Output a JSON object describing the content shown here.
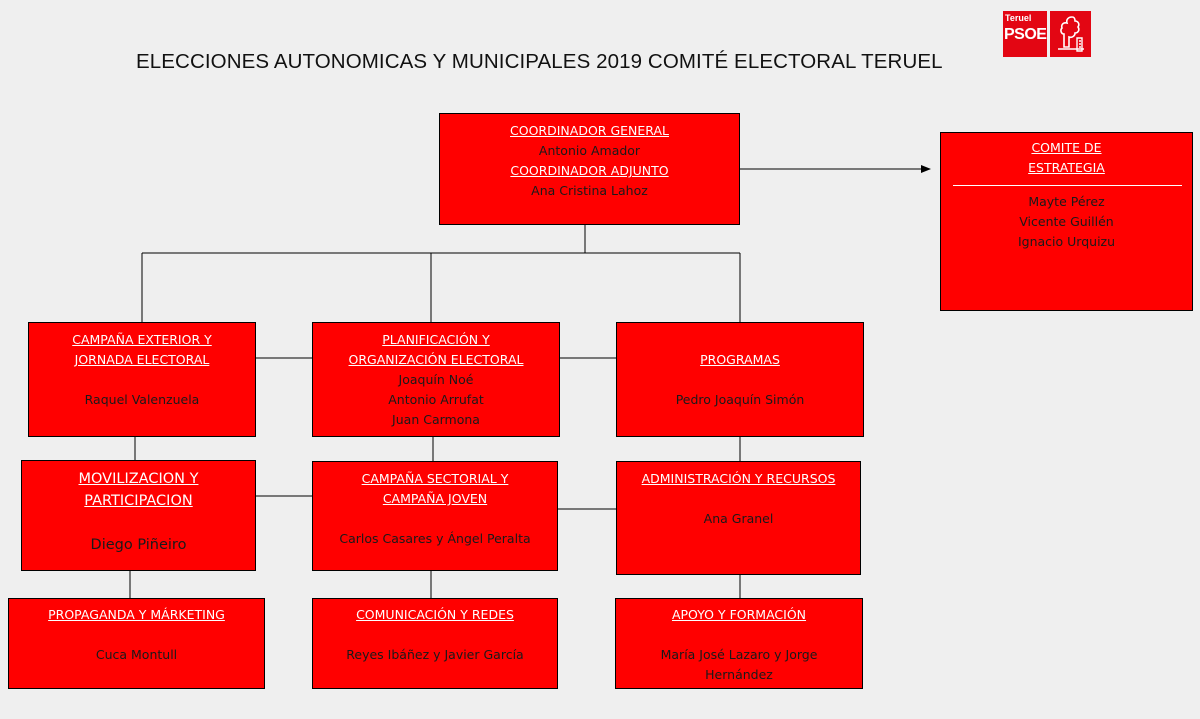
{
  "title": "ELECCIONES AUTONOMICAS Y MUNICIPALES 2019 COMITÉ ELECTORAL TERUEL",
  "logo": {
    "small_text": "Teruel",
    "big_text": "PSOE",
    "brand_color": "#e30613",
    "icon": "rose-fist-icon"
  },
  "colors": {
    "box_fill": "#ff0000",
    "heading_text": "#ffffff",
    "name_text": "#1a1a1a",
    "connector": "#000000"
  },
  "boxes": {
    "coordinador": {
      "heading1": "COORDINADOR GENERAL",
      "name1": "Antonio Amador",
      "heading2": "COORDINADOR ADJUNTO",
      "name2": "Ana Cristina Lahoz"
    },
    "comite": {
      "heading_line1": "COMITE DE",
      "heading_line2": "ESTRATEGIA",
      "members": [
        "Mayte Pérez",
        "Vicente Guillén",
        "Ignacio Urquizu"
      ]
    },
    "campana_exterior": {
      "heading_line1": "CAMPAÑA EXTERIOR Y",
      "heading_line2": "JORNADA ELECTORAL",
      "name": "Raquel Valenzuela"
    },
    "planificacion": {
      "heading_line1": "PLANIFICACIÓN Y",
      "heading_line2": "ORGANIZACIÓN ELECTORAL",
      "names": [
        "Joaquín Noé",
        "Antonio Arrufat",
        "Juan Carmona"
      ]
    },
    "programas": {
      "heading": "PROGRAMAS",
      "name": "Pedro Joaquín Simón"
    },
    "movilizacion": {
      "heading_line1": "MOVILIZACION Y",
      "heading_line2": "PARTICIPACION",
      "name": "Diego Piñeiro"
    },
    "campana_sectorial": {
      "heading_line1": "CAMPAÑA SECTORIAL Y",
      "heading_line2": "CAMPAÑA JOVEN",
      "name": "Carlos Casares y Ángel Peralta"
    },
    "administracion": {
      "heading": "ADMINISTRACIÓN Y RECURSOS",
      "name": "Ana Granel"
    },
    "propaganda": {
      "heading": "PROPAGANDA Y MÁRKETING",
      "name": "Cuca Montull"
    },
    "comunicacion": {
      "heading": "COMUNICACIÓN Y REDES",
      "name": "Reyes Ibáñez y Javier García"
    },
    "apoyo": {
      "heading": "APOYO Y FORMACIÓN",
      "name_line1": "María José Lazaro y Jorge",
      "name_line2": "Hernández"
    }
  }
}
